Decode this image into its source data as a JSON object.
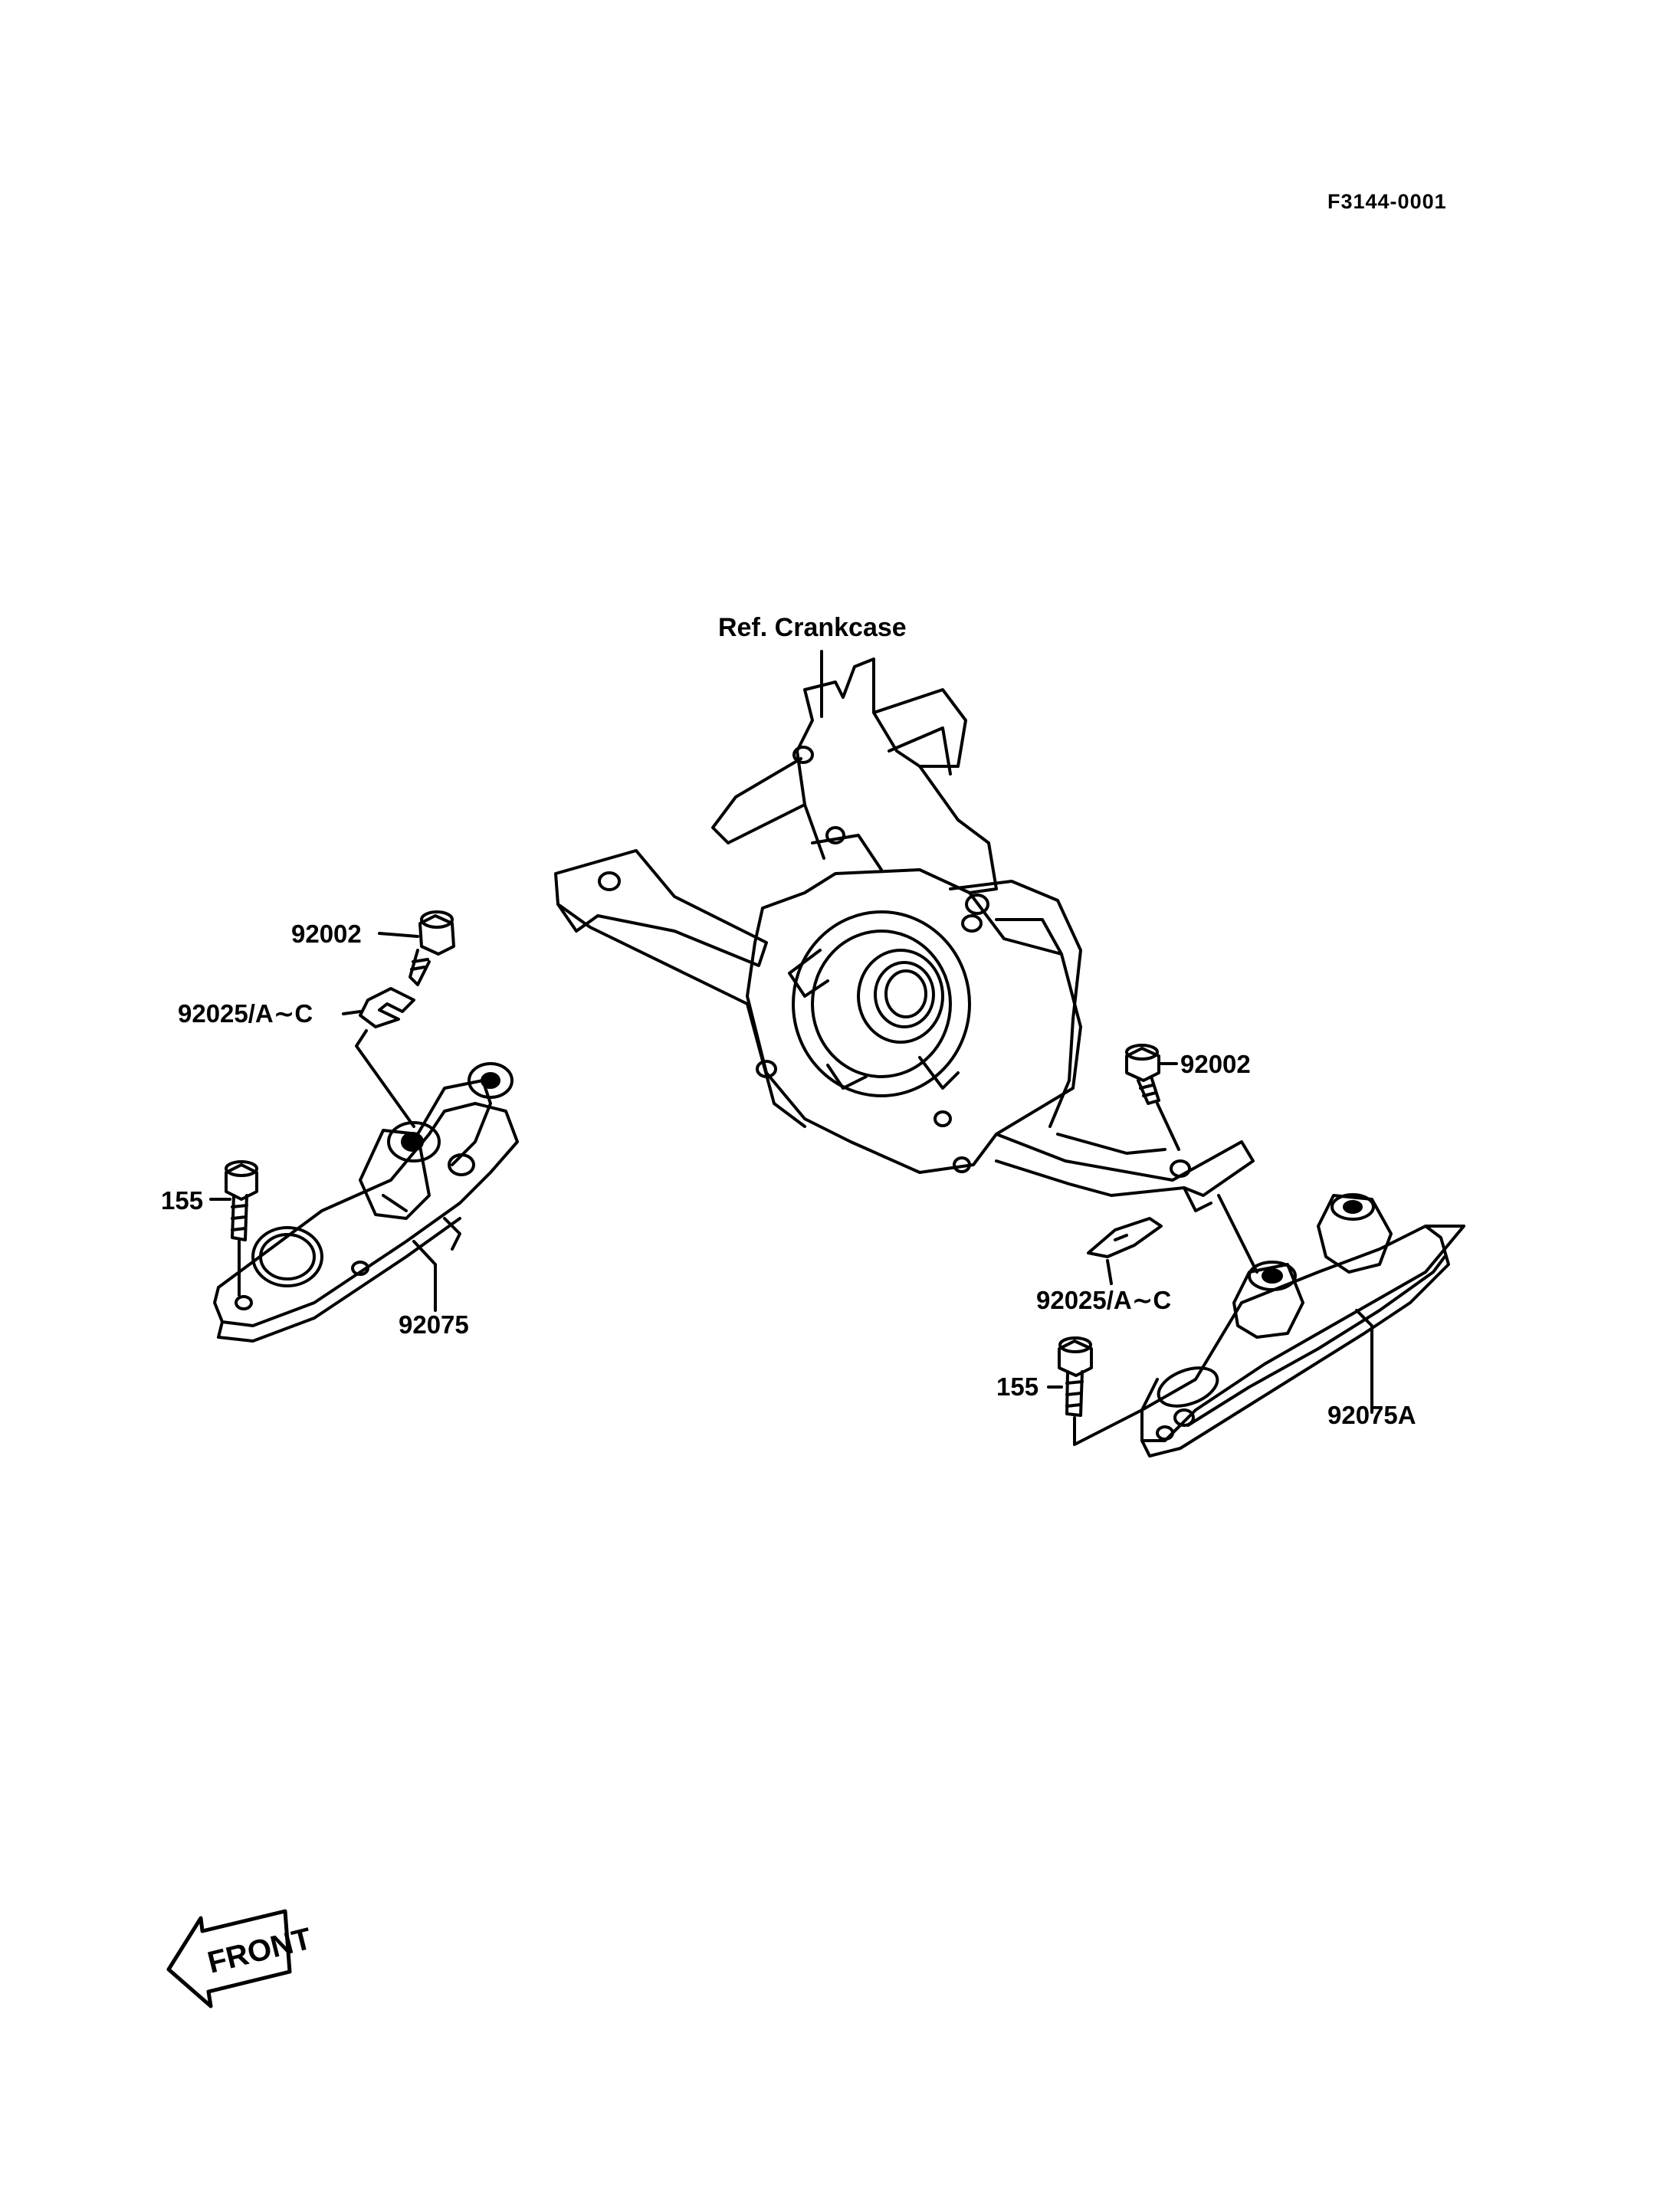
{
  "figure_code": "F3144-0001",
  "labels": {
    "ref_crankcase": "Ref. Crankcase",
    "left_bolt_top": "92002",
    "left_stopper": "92025/A∼C",
    "left_bolt_side": "155",
    "left_mount": "92075",
    "right_bolt_top": "92002",
    "right_stopper": "92025/A∼C",
    "right_bolt_side": "155",
    "right_mount": "92075A"
  },
  "front_marker": "FRONT",
  "colors": {
    "line": "#000000",
    "background": "#ffffff"
  }
}
